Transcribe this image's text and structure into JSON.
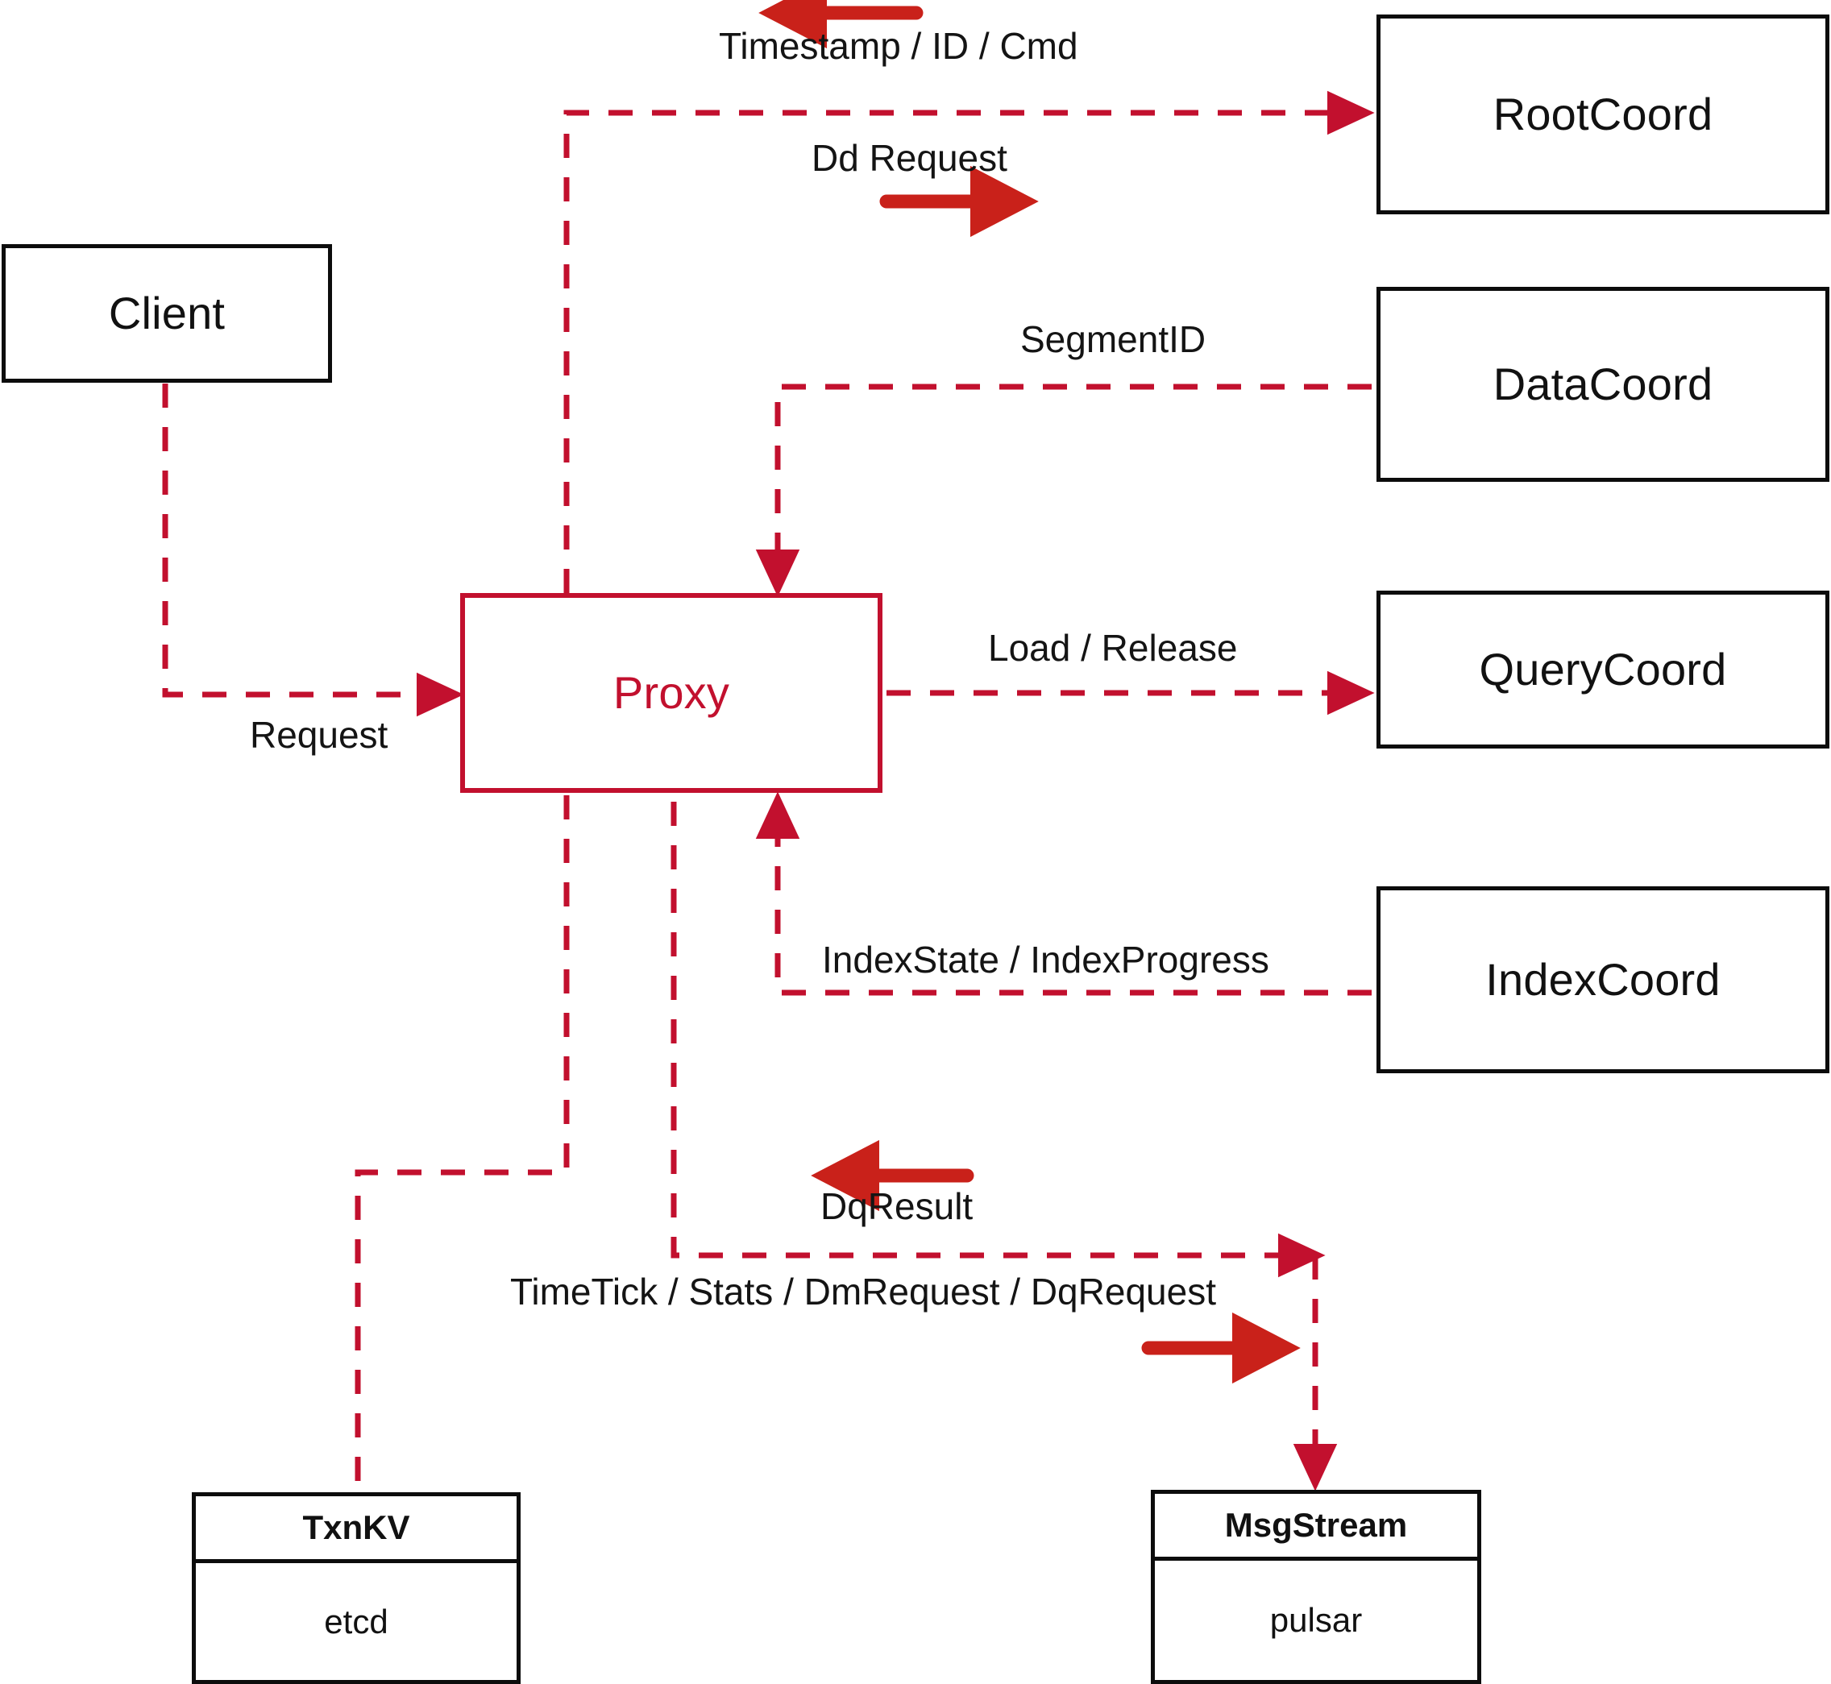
{
  "diagram": {
    "title": "Milvus Proxy component interaction diagram",
    "colors": {
      "node_border_black": "#0c0c0c",
      "proxy_border_red": "#c2102e",
      "dashed_line": "#c2102e",
      "solid_arrow": "#c9211a",
      "background": "#ffffff",
      "text": "#141414"
    }
  },
  "nodes": {
    "client": {
      "label": "Client"
    },
    "proxy": {
      "label": "Proxy"
    },
    "root_coord": {
      "label": "RootCoord"
    },
    "data_coord": {
      "label": "DataCoord"
    },
    "query_coord": {
      "label": "QueryCoord"
    },
    "index_coord": {
      "label": "IndexCoord"
    },
    "txnkv": {
      "title": "TxnKV",
      "impl": "etcd"
    },
    "msgstream": {
      "title": "MsgStream",
      "impl": "pulsar"
    }
  },
  "edge_labels": {
    "timestamp_id_cmd": "Timestamp / ID / Cmd",
    "dd_request": "Dd Request",
    "segment_id": "SegmentID",
    "load_release": "Load / Release",
    "index_state_progress": "IndexState / IndexProgress",
    "request": "Request",
    "dq_result": "DqResult",
    "timetick_stats": "TimeTick / Stats / DmRequest / DqRequest"
  },
  "edges": [
    {
      "from": "root_coord",
      "to": "proxy",
      "label": "Timestamp / ID / Cmd",
      "direction": "left"
    },
    {
      "from": "proxy",
      "to": "root_coord",
      "label": "Dd Request",
      "direction": "right"
    },
    {
      "from": "data_coord",
      "to": "proxy",
      "label": "SegmentID",
      "direction": "left"
    },
    {
      "from": "proxy",
      "to": "query_coord",
      "label": "Load / Release",
      "direction": "right"
    },
    {
      "from": "index_coord",
      "to": "proxy",
      "label": "IndexState / IndexProgress",
      "direction": "left"
    },
    {
      "from": "client",
      "to": "proxy",
      "label": "Request",
      "direction": "right"
    },
    {
      "from": "msgstream",
      "to": "proxy",
      "label": "DqResult",
      "direction": "left"
    },
    {
      "from": "proxy",
      "to": "msgstream",
      "label": "TimeTick / Stats / DmRequest / DqRequest",
      "direction": "right"
    },
    {
      "from": "proxy",
      "to": "txnkv",
      "label": "",
      "direction": "down"
    }
  ]
}
